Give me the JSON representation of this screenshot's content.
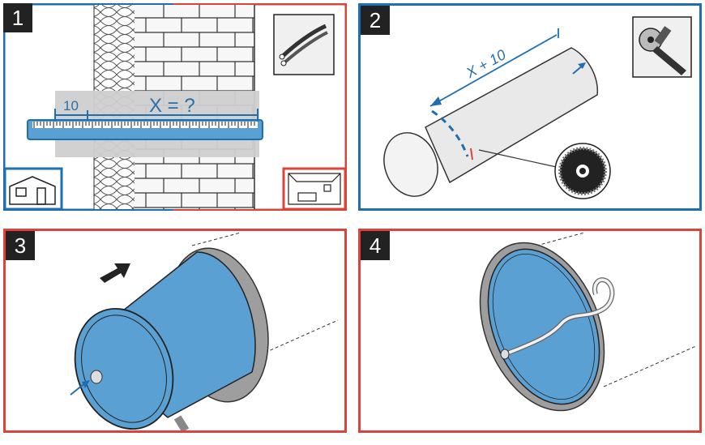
{
  "steps": [
    {
      "number": "1",
      "label_small": "10",
      "label_main": "X = ?"
    },
    {
      "number": "2",
      "label_length": "X + 10"
    },
    {
      "number": "3"
    },
    {
      "number": "4"
    }
  ],
  "colors": {
    "blue": "#1f6fb0",
    "red": "#d9453b",
    "sleeve": "#5aa0d2",
    "dark": "#222222",
    "grey": "#cfcfcf"
  },
  "icons": [
    "house-icon",
    "room-icon",
    "cable-tie-icon",
    "angle-grinder-icon",
    "cutting-disc-icon",
    "push-arrow-icon"
  ]
}
